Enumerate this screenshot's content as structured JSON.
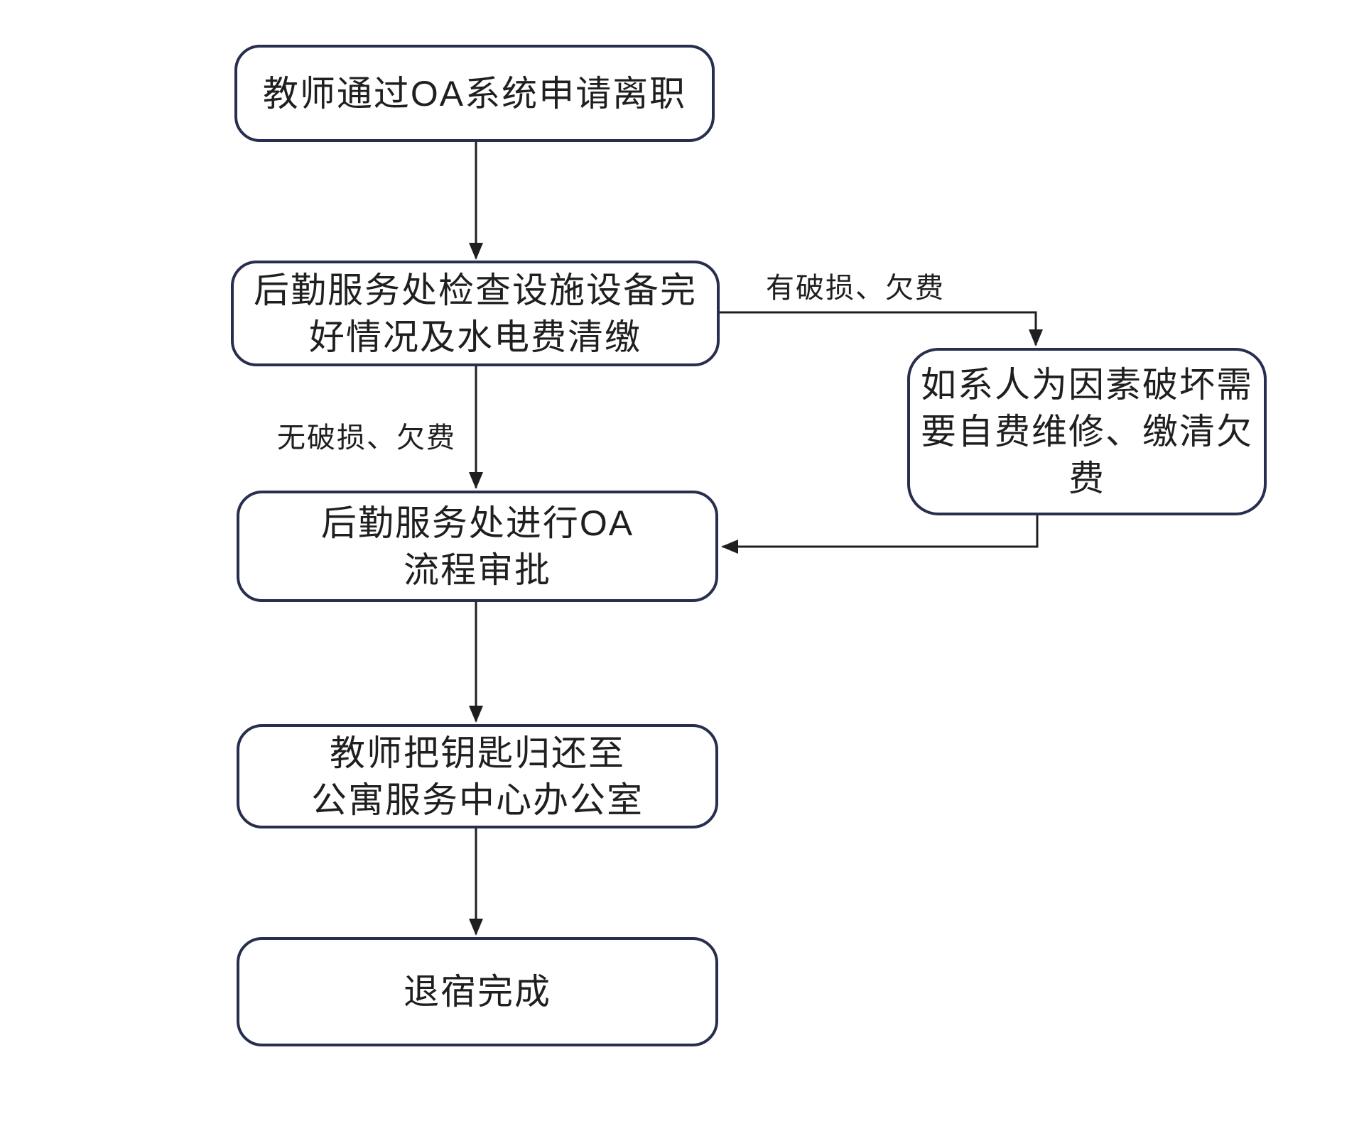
{
  "diagram": {
    "type": "flowchart",
    "language": "zh-CN"
  },
  "colors": {
    "background": "#ffffff",
    "node_border": "#272e4e",
    "node_fill": "#ffffff",
    "text": "#1f1f1f",
    "arrow": "#1f1f1f"
  },
  "nodes": [
    {
      "id": "apply-resignation",
      "lines": [
        "教师通过OA系统申请离职"
      ]
    },
    {
      "id": "inspect-facilities",
      "lines": [
        "后勤服务处检查设施设备完",
        "好情况及水电费清缴"
      ]
    },
    {
      "id": "self-pay-repair",
      "lines": [
        "如系人为因素破坏需",
        "要自费维修、缴清欠",
        "费"
      ]
    },
    {
      "id": "oa-approval",
      "lines": [
        "后勤服务处进行OA",
        "流程审批"
      ]
    },
    {
      "id": "return-keys",
      "lines": [
        "教师把钥匙归还至",
        "公寓服务中心办公室"
      ]
    },
    {
      "id": "checkout-complete",
      "lines": [
        "退宿完成"
      ]
    }
  ],
  "edge_labels": {
    "has_issue": "有破损、欠费",
    "no_issue": "无破损、欠费"
  }
}
